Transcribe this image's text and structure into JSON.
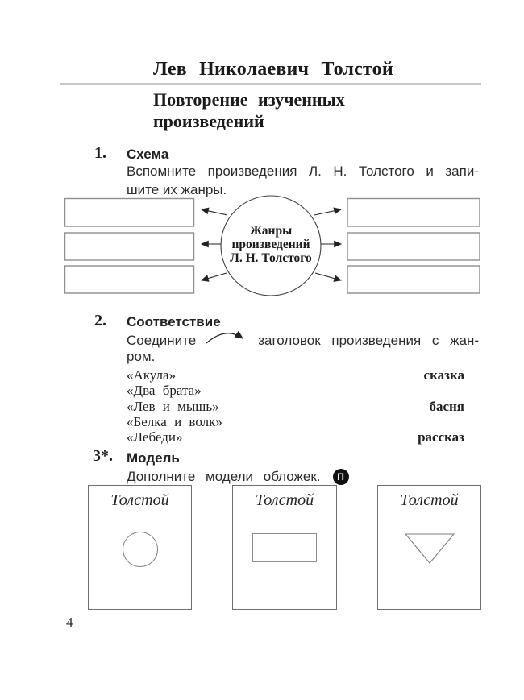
{
  "page": {
    "title": "Лев  Николаевич  Толстой",
    "subtitle_line1": "Повторение изученных",
    "subtitle_line2": "произведений",
    "page_number": "4"
  },
  "task1": {
    "number": "1.",
    "heading": "Схема",
    "instruction_line1": "Вспомните произведения Л. Н. Толстого и запи-",
    "instruction_line2": "шите их жанры.",
    "diagram": {
      "center_line1": "Жанры",
      "center_line2": "произведений",
      "center_line3": "Л. Н. Толстого",
      "left_answer_boxes": [
        "",
        "",
        ""
      ],
      "right_answer_boxes": [
        "",
        "",
        ""
      ]
    }
  },
  "task2": {
    "number": "2.",
    "heading": "Соответствие",
    "instruction_before_arrow": "Соедините",
    "instruction_after_arrow": "заголовок произведения с жан-",
    "instruction_line2": "ром.",
    "rows": [
      {
        "title": "«Акула»",
        "genre": "сказка"
      },
      {
        "title": "«Два брата»",
        "genre": ""
      },
      {
        "title": "«Лев и мышь»",
        "genre": "басня"
      },
      {
        "title": "«Белка и волк»",
        "genre": ""
      },
      {
        "title": "«Лебеди»",
        "genre": "рассказ"
      }
    ]
  },
  "task3": {
    "number": "3*.",
    "heading": "Модель",
    "instruction": "Дополните модели обложек.",
    "badge_letter": "П",
    "covers": [
      {
        "author": "Толстой",
        "shape": "circle"
      },
      {
        "author": "Толстой",
        "shape": "rectangle"
      },
      {
        "author": "Толстой",
        "shape": "triangle"
      }
    ]
  },
  "colors": {
    "text": "#1d1d1d",
    "rule": "#c6c6c6",
    "box_border": "#8f8f8f",
    "badge_bg": "#101010"
  }
}
